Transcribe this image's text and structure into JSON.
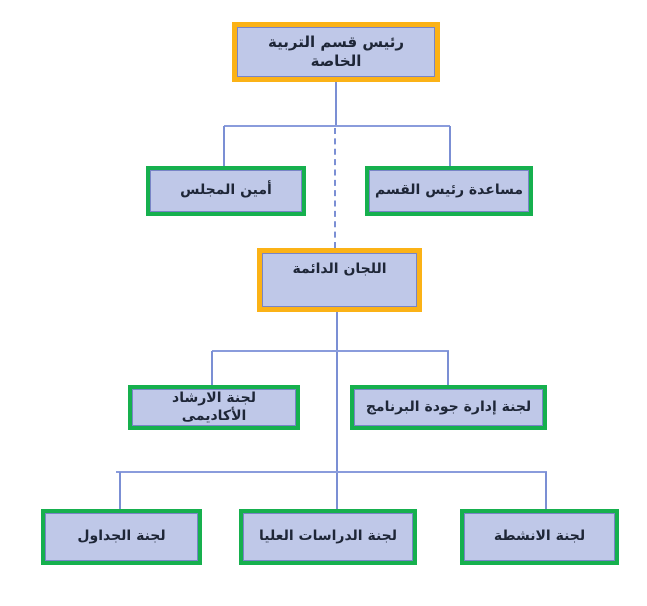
{
  "diagram": {
    "type": "org-chart",
    "direction": "rtl",
    "nodes": {
      "head": "رئيس قسم التربية الخاصة",
      "council_secretary": "أمين المجلس",
      "dept_head_assistant": "مساعدة رئيس القسم",
      "standing_committees": "اللجان الدائمة",
      "academic_advising": "لجنة الارشاد الأكاديمى",
      "program_quality": "لجنة إدارة جودة البرنامج",
      "schedules": "لجنة الجداول",
      "graduate_studies": "لجنة الدراسات العليا",
      "activities": "لجنة الانشطة"
    },
    "edges": [
      {
        "from": "head",
        "to": "council_secretary",
        "style": "solid"
      },
      {
        "from": "head",
        "to": "dept_head_assistant",
        "style": "solid"
      },
      {
        "from": "head",
        "to": "standing_committees",
        "style": "dashed"
      },
      {
        "from": "standing_committees",
        "to": "academic_advising",
        "style": "solid"
      },
      {
        "from": "standing_committees",
        "to": "program_quality",
        "style": "solid"
      },
      {
        "from": "standing_committees",
        "to": "schedules",
        "style": "solid"
      },
      {
        "from": "standing_committees",
        "to": "graduate_studies",
        "style": "solid"
      },
      {
        "from": "standing_committees",
        "to": "activities",
        "style": "solid"
      }
    ],
    "colors": {
      "leadership_border": "#FBB216",
      "committee_border": "#16B04E",
      "node_fill": "#BFC8E8",
      "connector": "#7B8FD4",
      "text": "#1E2637",
      "background": "#FFFFFF"
    }
  }
}
